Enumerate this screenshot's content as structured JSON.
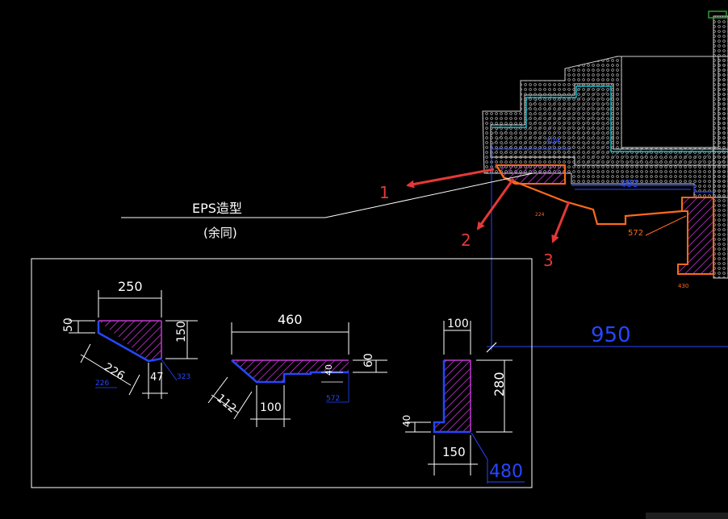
{
  "labels": {
    "eps_title": "EPS造型",
    "eps_note": "(余同)"
  },
  "callouts": [
    "1",
    "2",
    "3"
  ],
  "colors": {
    "background": "#000000",
    "line_white": "#ffffff",
    "line_gray": "#bfbfbf",
    "blue": "#2646ff",
    "orange": "#ff6a1a",
    "red_arrow": "#e53838",
    "hatch_purple": "#c23ad0",
    "cyan": "#18d8e8",
    "status_green": "#2aa32a"
  },
  "drawing": {
    "dim_304": "304",
    "dim_460_top": "460",
    "dim_224": "224",
    "dim_572_top": "572",
    "dim_430": "430",
    "dim_950": "950"
  },
  "details": {
    "d1": {
      "dim_width": "250",
      "dim_left": "50",
      "dim_right": "150",
      "dim_slope": "226",
      "dim_slope_blue": "226",
      "dim_bottom": "47",
      "dim_perimeter": "323"
    },
    "d2": {
      "dim_width": "460",
      "dim_right": "60",
      "dim_step": "40",
      "dim_slope": "112",
      "dim_bottom": "100",
      "dim_perimeter": "572"
    },
    "d3": {
      "dim_top": "100",
      "dim_height": "280",
      "dim_left": "40",
      "dim_bottom": "150",
      "dim_perimeter": "480"
    }
  }
}
